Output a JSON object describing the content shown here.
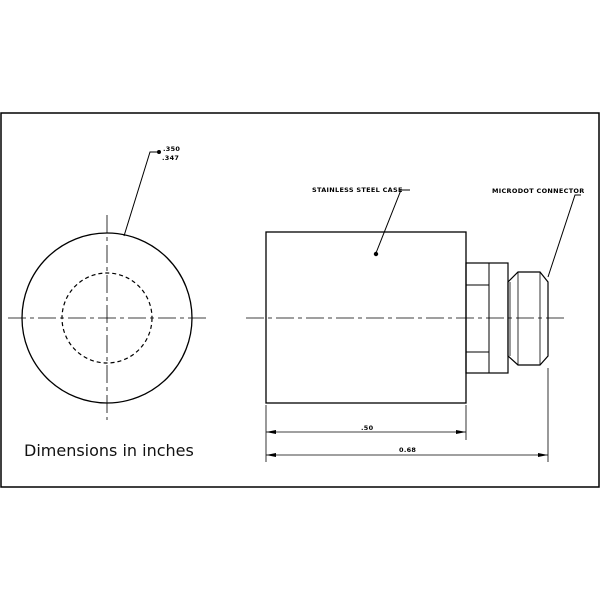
{
  "drawing": {
    "diameter_upper": ".350",
    "diameter_lower": ".347",
    "case_label": "STAINLESS STEEL CASE",
    "connector_label": "MICRODOT CONNECTOR",
    "dim_case_length": ".50",
    "dim_total_length": "0.68",
    "caption": "Dimensions in inches"
  }
}
